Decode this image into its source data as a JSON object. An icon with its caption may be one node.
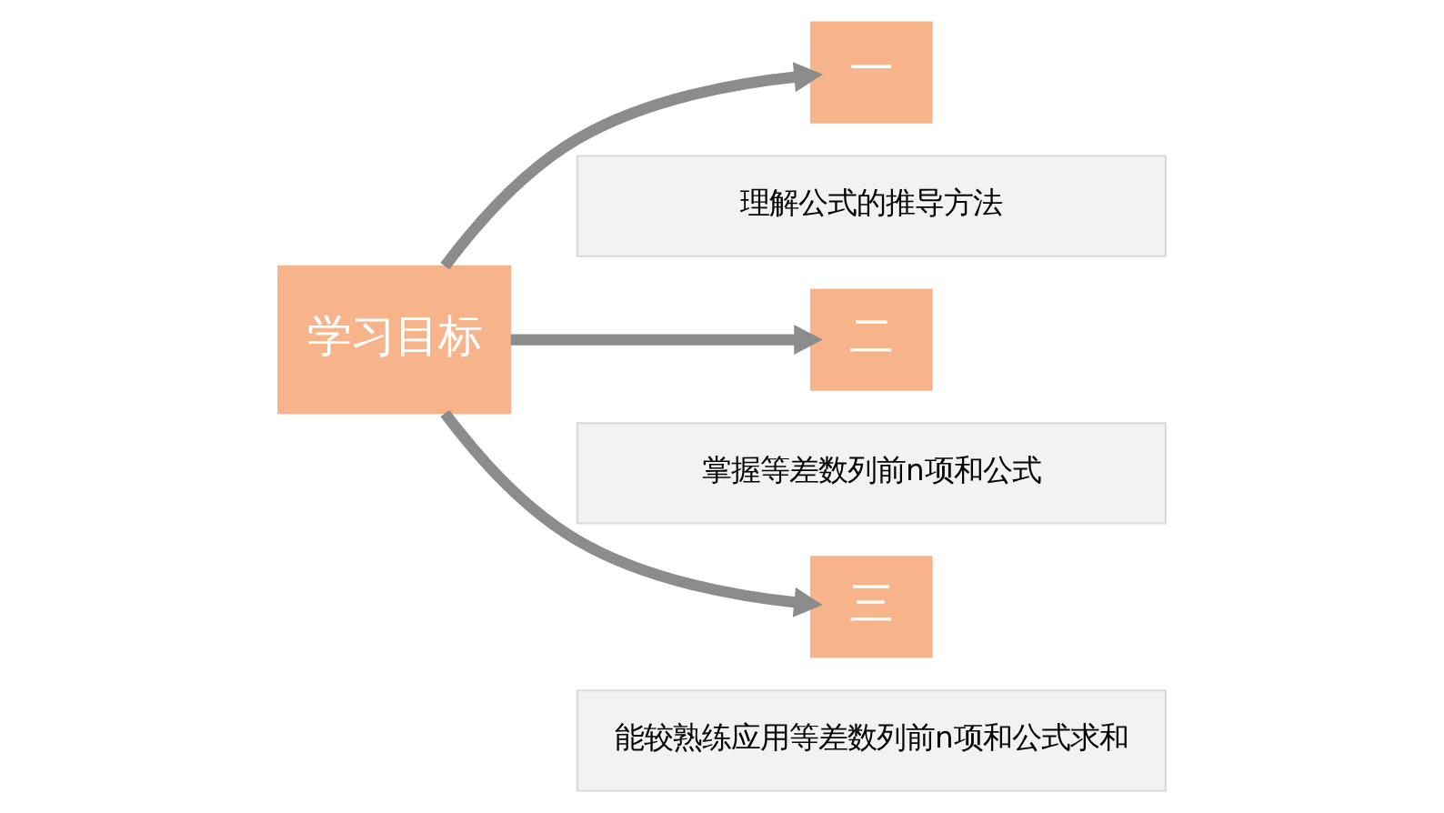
{
  "diagram": {
    "nodes": [
      {
        "text": [
          "学习目标"
        ]
      },
      {
        "text": [
          "一"
        ]
      },
      {
        "text": [
          "理解公式的推导方法"
        ]
      },
      {
        "text": [
          "二"
        ]
      },
      {
        "text": [
          "掌握等差数列前n项和公式"
        ]
      },
      {
        "text": [
          "三"
        ]
      },
      {
        "text": [
          "能较熟练应用等差数列前n项和公式求和"
        ]
      }
    ],
    "edges": [
      {
        "from": 0,
        "to": 1,
        "arrow": "to"
      },
      {
        "from": 0,
        "to": 3,
        "arrow": "to"
      },
      {
        "from": 0,
        "to": 5,
        "arrow": "to"
      }
    ]
  }
}
